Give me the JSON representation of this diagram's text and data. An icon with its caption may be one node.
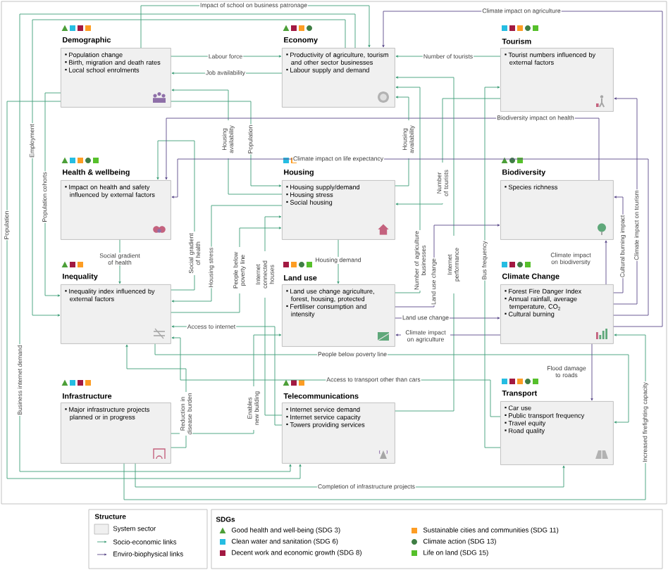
{
  "diagram": {
    "nodes": [
      {
        "text": [
          "Demographic",
          "Population change",
          "Birth, migration and death rates",
          "Local school enrolments"
        ]
      },
      {
        "text": [
          "Economy",
          "Productivity of agriculture, tourism and other sector businesses",
          "Labour supply and demand"
        ]
      },
      {
        "text": [
          "Tourism",
          "Tourist numbers influenced by external factors"
        ]
      },
      {
        "text": [
          "Health & wellbeing",
          "Impact on health and safety influenced by external factors"
        ]
      },
      {
        "text": [
          "Housing",
          "Housing supply/demand",
          "Housing stress",
          "Social housing"
        ]
      },
      {
        "text": [
          "Biodiversity",
          "Species richness"
        ]
      },
      {
        "text": [
          "Inequality",
          "Inequality index influenced by external factors"
        ]
      },
      {
        "text": [
          "Land use",
          "Land use change agriculture, forest, housing, protected",
          "Fertiliser consumption and intensity"
        ]
      },
      {
        "text": [
          "Climate Change",
          "Forest Fire Danger Index",
          "Annual rainfall, average temperature, CO$_{2}$",
          "Cultural burning"
        ]
      },
      {
        "text": [
          "Infrastructure",
          "Major infrastructure projects planned or in progress"
        ]
      },
      {
        "text": [
          "Telecommunications",
          "Internet service demand",
          "Internet service capacity",
          "Towers providing services"
        ]
      },
      {
        "text": [
          "Transport",
          "Car use",
          "Public transport frequency",
          "Travel equity",
          "Road quality"
        ]
      }
    ],
    "edges": [
      {
        "from": 0,
        "to": 1,
        "arrow": "to",
        "label": "Labour force"
      },
      {
        "from": 1,
        "to": 0,
        "arrow": "to",
        "label": "Job availability"
      },
      {
        "from": 0,
        "to": 1,
        "arrow": "to",
        "label": "Impact of school on business patronage"
      },
      {
        "from": 2,
        "to": 1,
        "arrow": "to",
        "label": "Number of tourists"
      },
      {
        "from": 8,
        "to": 1,
        "arrow": "to",
        "label": "Climate impact on agriculture",
        "color": "#5b4a8a"
      },
      {
        "from": 1,
        "to": 6,
        "arrow": "to",
        "label": "Employment"
      },
      {
        "from": 0,
        "to": 6,
        "arrow": "to",
        "label": "Population cohorts"
      },
      {
        "from": 0,
        "to": 10,
        "arrow": "to",
        "label": "Population"
      },
      {
        "from": 1,
        "to": 10,
        "arrow": "to",
        "label": "Business internet demand"
      },
      {
        "from": 6,
        "to": 3,
        "arrow": "to",
        "label": "Social gradient of health"
      },
      {
        "from": 4,
        "to": 0,
        "arrow": "to",
        "label": "Housing availability"
      },
      {
        "from": 0,
        "to": 4,
        "arrow": "to",
        "label": "Population"
      },
      {
        "from": 5,
        "to": 3,
        "arrow": "to",
        "label": "Biodiversity impact on health",
        "color": "#5b4a8a"
      },
      {
        "from": 4,
        "to": 1,
        "arrow": "to",
        "label": "Housing availability"
      },
      {
        "from": 7,
        "to": 1,
        "arrow": "to",
        "label": "Number of agriculture businesses"
      },
      {
        "from": 10,
        "to": 1,
        "arrow": "to",
        "label": "Internet performance"
      },
      {
        "from": 2,
        "to": 4,
        "arrow": "to",
        "label": "Number of tourists"
      },
      {
        "from": 8,
        "to": 3,
        "arrow": "to",
        "label": "Climate impact on life expectancy",
        "color": "#5b4a8a"
      },
      {
        "from": 8,
        "to": 2,
        "arrow": "to",
        "label": "Climate impact on tourism",
        "color": "#5b4a8a"
      },
      {
        "from": 3,
        "to": 6,
        "arrow": "to",
        "label": "Social gradient of health"
      },
      {
        "from": 4,
        "to": 6,
        "arrow": "to",
        "label": "Housing stress"
      },
      {
        "from": 6,
        "to": 4,
        "arrow": "to",
        "label": "People below poverty line"
      },
      {
        "from": 6,
        "to": 11,
        "arrow": "to",
        "label": "People below poverty line"
      },
      {
        "from": 10,
        "to": 4,
        "arrow": "to",
        "label": "Internet connected houses"
      },
      {
        "from": 10,
        "to": 6,
        "arrow": "to",
        "label": "Access to internet"
      },
      {
        "from": 4,
        "to": 7,
        "arrow": "to",
        "label": "Housing demand"
      },
      {
        "from": 7,
        "to": 8,
        "arrow": "to",
        "label": "Land use change",
        "color": "#5b4a8a"
      },
      {
        "from": 8,
        "to": 7,
        "arrow": "to",
        "label": "Climate impact on agriculture",
        "color": "#5b4a8a"
      },
      {
        "from": 7,
        "to": 5,
        "arrow": "to",
        "label": "Land use change",
        "color": "#5b4a8a"
      },
      {
        "from": 11,
        "to": 2,
        "arrow": "to",
        "label": "Bus frequency"
      },
      {
        "from": 8,
        "to": 5,
        "arrow": "to",
        "label": "Climate impact on biodiversity",
        "color": "#5b4a8a"
      },
      {
        "from": 8,
        "to": 5,
        "arrow": "to",
        "label": "Cultural burning impact",
        "color": "#5b4a8a"
      },
      {
        "from": 8,
        "to": 11,
        "arrow": "to",
        "label": "Flood damage to roads",
        "color": "#5b4a8a"
      },
      {
        "from": 9,
        "to": 11,
        "arrow": "to",
        "label": "Completion of infrastructure projects"
      },
      {
        "from": 9,
        "to": 8,
        "arrow": "to",
        "label": "Increased firefighting capacity"
      },
      {
        "from": 11,
        "to": 6,
        "arrow": "to",
        "label": "Access to transport other than cars"
      },
      {
        "from": 9,
        "to": 6,
        "arrow": "to",
        "label": "Reduction in disease burden"
      },
      {
        "from": 9,
        "to": 7,
        "arrow": "to",
        "label": "Enables new building"
      }
    ],
    "labels": [
      "Structure",
      "SDGs"
    ],
    "legend": [
      {
        "text": "System sector"
      },
      {
        "text": "Socio-economic links"
      },
      {
        "text": "Enviro-biophysical links"
      },
      {
        "text": "Good health and well-being (SDG 3)",
        "color": "#4c9f38"
      },
      {
        "text": "Clean water and sanitation (SDG 6)",
        "color": "#26bde2"
      },
      {
        "text": "Decent work and economic growth (SDG 8)",
        "color": "#a21942"
      },
      {
        "text": "Sustainable cities and communities (SDG 11)",
        "color": "#fd9d24"
      },
      {
        "text": "Climate action (SDG 13)",
        "color": "#3f7e44"
      },
      {
        "text": "Life on land (SDG 15)",
        "color": "#56c02b"
      }
    ]
  }
}
